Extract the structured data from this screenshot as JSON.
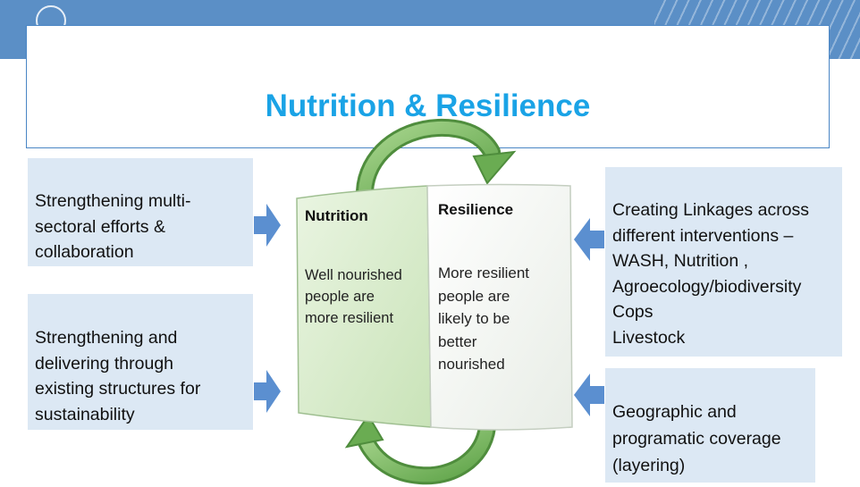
{
  "slide": {
    "title": "Nutrition & Resilience"
  },
  "left_boxes": [
    {
      "lines": [
        "Strengthening multi-",
        "sectoral efforts &",
        "collaboration"
      ]
    },
    {
      "lines": [
        "Strengthening and",
        "delivering through",
        "existing structures for",
        "sustainability"
      ]
    }
  ],
  "right_boxes": [
    {
      "lines": [
        "Creating Linkages across",
        "different interventions –",
        "WASH, Nutrition ,",
        "Agroecology/biodiversity",
        "Cops",
        "Livestock"
      ]
    },
    {
      "lines": [
        "Geographic and",
        "programatic coverage",
        "(layering)"
      ]
    }
  ],
  "cycle": {
    "left_panel": {
      "title": "Nutrition",
      "lines": [
        "Well nourished",
        "people are",
        "more resilient"
      ]
    },
    "right_panel": {
      "title": "Resilience",
      "lines": [
        "More resilient",
        "people are",
        "likely to be",
        "better",
        "nourished"
      ]
    }
  },
  "colors": {
    "title": "#1aa3e6",
    "header_band": "#5b8fc6",
    "box_fill": "#dce8f4",
    "arrow_fill": "#5b8fd0",
    "cycle_green": "#7fbf6a"
  },
  "icons": {
    "arrows": "block-arrow-icon",
    "cycle": "circular-arrow-icon"
  }
}
